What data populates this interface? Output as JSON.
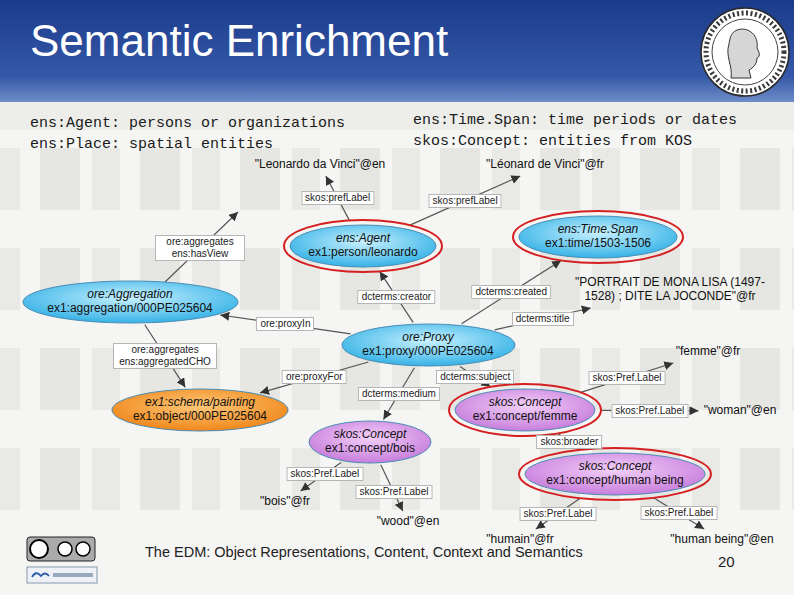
{
  "diagram": {
    "title": "Semantic Enrichment",
    "nodes": [
      {
        "text": [
          "\"Leonardo da Vinci\"@en"
        ]
      },
      {
        "text": [
          "\"Léonard de Vinci\"@fr"
        ]
      },
      {
        "text": [
          "ens:Time.Span",
          "ex1:time/1503-1506"
        ]
      },
      {
        "text": [
          "ens:Agent",
          "ex1:person/leonardo"
        ]
      },
      {
        "text": [
          "\"PORTRAIT DE MONA LISA (1497-1528) ; DITE LA JOCONDE\"@fr"
        ]
      },
      {
        "text": [
          "ore:Aggregation",
          "ex1:aggregation/000PE025604"
        ]
      },
      {
        "text": [
          "ore:Proxy",
          "ex1:proxy/000PE025604"
        ]
      },
      {
        "text": [
          "\"femme\"@fr"
        ]
      },
      {
        "text": [
          "skos:Concept",
          "ex1:concept/femme"
        ]
      },
      {
        "text": [
          "ex1:schema/painting",
          "ex1:object/000PE025604"
        ]
      },
      {
        "text": [
          "\"woman\"@en"
        ]
      },
      {
        "text": [
          "skos:Concept",
          "ex1:concept/bois"
        ]
      },
      {
        "text": [
          "skos:Concept",
          "ex1:concept/human being"
        ]
      },
      {
        "text": [
          "\"bois\"@fr"
        ]
      },
      {
        "text": [
          "\"wood\"@en"
        ]
      },
      {
        "text": [
          "\"humain\"@fr"
        ]
      },
      {
        "text": [
          "\"human being\"@en"
        ]
      }
    ],
    "edges": [
      {
        "from": 3,
        "to": 0,
        "label": "skos:prefLabel",
        "arrow": "to"
      },
      {
        "from": 3,
        "to": 1,
        "label": "skos:prefLabel",
        "arrow": "to"
      },
      {
        "from": 6,
        "to": 3,
        "label": "dcterms:creator",
        "arrow": "to"
      },
      {
        "from": 6,
        "to": 2,
        "label": "dcterms:created",
        "arrow": "to"
      },
      {
        "from": 6,
        "to": 4,
        "label": "dcterms:title",
        "arrow": "to"
      },
      {
        "from": 6,
        "to": 5,
        "label": "ore:proxyIn",
        "arrow": "to"
      },
      {
        "from": 5,
        "to": 9,
        "label": "ore:aggregates ens:aggregatedCHO",
        "arrow": "to"
      },
      {
        "from": 6,
        "to": 9,
        "label": "ore:proxyFor",
        "arrow": "to"
      },
      {
        "from": 6,
        "to": 11,
        "label": "dcterms:medium",
        "arrow": "to"
      },
      {
        "from": 6,
        "to": 8,
        "label": "dcterms:subject",
        "arrow": "to"
      },
      {
        "from": 8,
        "to": 7,
        "label": "skos:Pref.Label",
        "arrow": "to"
      },
      {
        "from": 8,
        "to": 10,
        "label": "skos:Pref.Label",
        "arrow": "to"
      },
      {
        "from": 8,
        "to": 12,
        "label": "skos:broader",
        "arrow": "to"
      },
      {
        "from": 11,
        "to": 13,
        "label": "skos:Pref.Label",
        "arrow": "to"
      },
      {
        "from": 11,
        "to": 14,
        "label": "skos:Pref.Label",
        "arrow": "to"
      },
      {
        "from": 12,
        "to": 15,
        "label": "skos:Pref.Label",
        "arrow": "to"
      },
      {
        "from": 12,
        "to": 16,
        "label": "skos:Pref.Label",
        "arrow": "to"
      }
    ],
    "labels": [
      "ens:Agent: persons or organizations",
      "ens:Place: spatial entities",
      "ens:Time.Span: time periods or dates",
      "skos:Concept: entities from KOS",
      "ore:aggregates ens:hasView",
      "The EDM: Object Representations, Content, Context and Semantics",
      "20"
    ]
  }
}
